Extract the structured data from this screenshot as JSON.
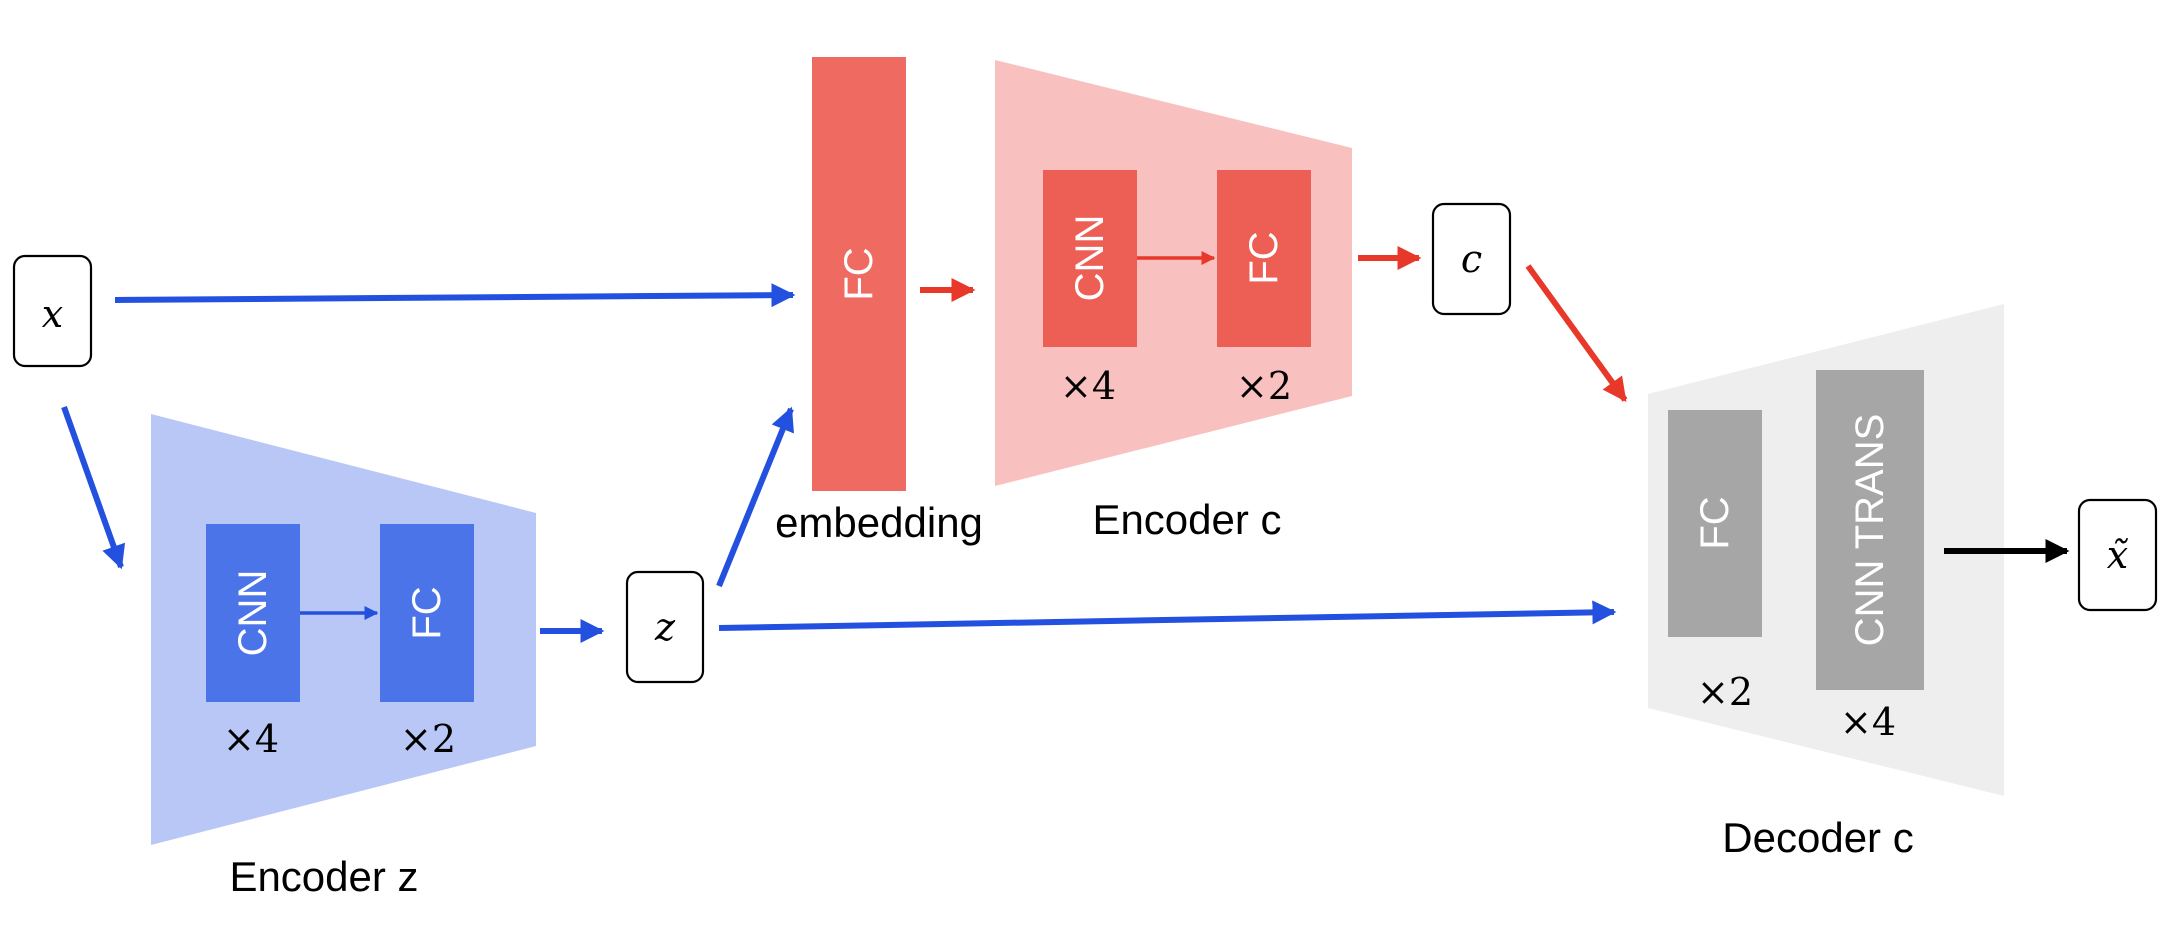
{
  "colors": {
    "blue_arrow": "#2350de",
    "blue_trapezoid": "#b8c7f5",
    "blue_block": "#4a74e8",
    "red_arrow": "#e8382a",
    "red_trapezoid": "#f8c1bf",
    "red_block": "#ef6b62",
    "red_block_inner": "#ed5e55",
    "gray_trapezoid": "#eeeeee",
    "gray_block": "#a6a6a6",
    "black_arrow": "#000000"
  },
  "variables": {
    "x": "x",
    "z": "z",
    "c": "c",
    "x_tilde": "x̃"
  },
  "encoder_z": {
    "label": "Encoder z",
    "cnn": "CNN",
    "fc": "FC",
    "cnn_repeat": "×4",
    "fc_repeat": "×2"
  },
  "embedding": {
    "block": "FC",
    "label": "embedding"
  },
  "encoder_c": {
    "label": "Encoder c",
    "cnn": "CNN",
    "fc": "FC",
    "cnn_repeat": "×4",
    "fc_repeat": "×2"
  },
  "decoder_c": {
    "label": "Decoder c",
    "fc": "FC",
    "cnn_trans": "CNN TRANS",
    "fc_repeat": "×2",
    "cnn_trans_repeat": "×4"
  }
}
